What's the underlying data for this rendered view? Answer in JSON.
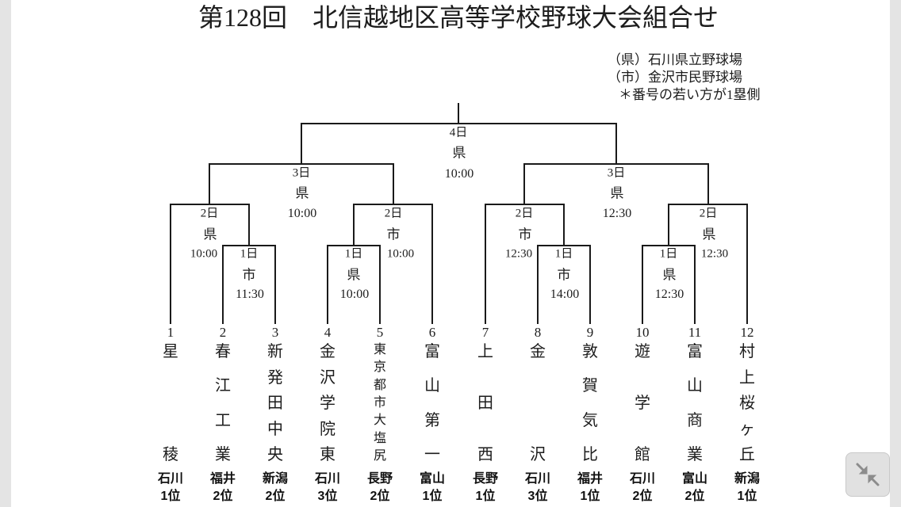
{
  "title": "第128回　北信越地区高等学校野球大会組合せ",
  "legend": {
    "prefectural": "（県）石川県立野球場",
    "city": "（市）金沢市民野球場",
    "note": "＊番号の若い方が1塁側"
  },
  "matches": {
    "final": {
      "day": "4日",
      "venue": "県",
      "time": "10:00"
    },
    "semi_left": {
      "day": "3日",
      "venue": "県",
      "time": "10:00"
    },
    "semi_right": {
      "day": "3日",
      "venue": "県",
      "time": "12:30"
    },
    "qf_1": {
      "day": "2日",
      "venue": "県",
      "time": "10:00"
    },
    "qf_2": {
      "day": "2日",
      "venue": "市",
      "time": "10:00"
    },
    "qf_3": {
      "day": "2日",
      "venue": "市",
      "time": "12:30"
    },
    "qf_4": {
      "day": "2日",
      "venue": "県",
      "time": "12:30"
    },
    "r1_1": {
      "day": "1日",
      "venue": "市",
      "time": "11:30"
    },
    "r1_2": {
      "day": "1日",
      "venue": "県",
      "time": "10:00"
    },
    "r1_3": {
      "day": "1日",
      "venue": "市",
      "time": "14:00"
    },
    "r1_4": {
      "day": "1日",
      "venue": "県",
      "time": "12:30"
    }
  },
  "teams": [
    {
      "no": "1",
      "name": "星稜",
      "pref": "石川",
      "rank": "1位"
    },
    {
      "no": "2",
      "name": "春江工業",
      "pref": "福井",
      "rank": "2位"
    },
    {
      "no": "3",
      "name": "新発田中央",
      "pref": "新潟",
      "rank": "2位"
    },
    {
      "no": "4",
      "name": "金沢学院東",
      "pref": "石川",
      "rank": "3位"
    },
    {
      "no": "5",
      "name": "東京都市大塩尻",
      "pref": "長野",
      "rank": "2位"
    },
    {
      "no": "6",
      "name": "富山第一",
      "pref": "富山",
      "rank": "1位"
    },
    {
      "no": "7",
      "name": "上田西",
      "pref": "長野",
      "rank": "1位"
    },
    {
      "no": "8",
      "name": "金沢",
      "pref": "石川",
      "rank": "3位"
    },
    {
      "no": "9",
      "name": "敦賀気比",
      "pref": "福井",
      "rank": "1位"
    },
    {
      "no": "10",
      "name": "遊学館",
      "pref": "石川",
      "rank": "2位"
    },
    {
      "no": "11",
      "name": "富山商業",
      "pref": "富山",
      "rank": "2位"
    },
    {
      "no": "12",
      "name": "村上桜ヶ丘",
      "pref": "新潟",
      "rank": "1位"
    }
  ],
  "controls": {
    "collapse_icon": "collapse-icon"
  }
}
